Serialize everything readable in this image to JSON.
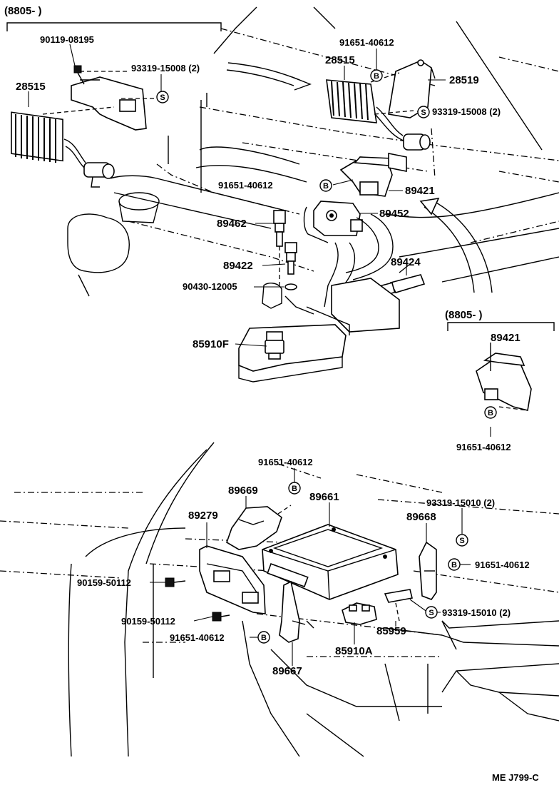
{
  "diagram": {
    "date_codes": {
      "top_left": "(8805-        )",
      "right": "(8805-        )"
    },
    "labels": {
      "p90119_08195": "90119-08195",
      "p93319_15008_tl": "93319-15008 (2)",
      "p28515_left": "28515",
      "p91651_40612_top": "91651-40612",
      "p28515_right": "28515",
      "p28519": "28519",
      "p93319_15008_tr": "93319-15008 (2)",
      "p91651_40612_mid": "91651-40612",
      "p89421_mid": "89421",
      "p89452": "89452",
      "p89462": "89462",
      "p89422": "89422",
      "p89424": "89424",
      "p90430_12005": "90430-12005",
      "p85910F": "85910F",
      "p89421_right": "89421",
      "p91651_40612_right": "91651-40612",
      "p91651_40612_low": "91651-40612",
      "p89669": "89669",
      "p89661": "89661",
      "p93319_15010_a": "93319-15010 (2)",
      "p89279": "89279",
      "p89668": "89668",
      "p91651_40612_lowright": "91651-40612",
      "p90159_50112_a": "90159-50112",
      "p93319_15010_b": "93319-15010 (2)",
      "p85959": "85959",
      "p90159_50112_b": "90159-50112",
      "p91651_40612_lowleft": "91651-40612",
      "p85910A": "85910A",
      "p89667": "89667",
      "code": "ME J799-C"
    },
    "symbols": {
      "S": "S",
      "B": "B"
    }
  }
}
